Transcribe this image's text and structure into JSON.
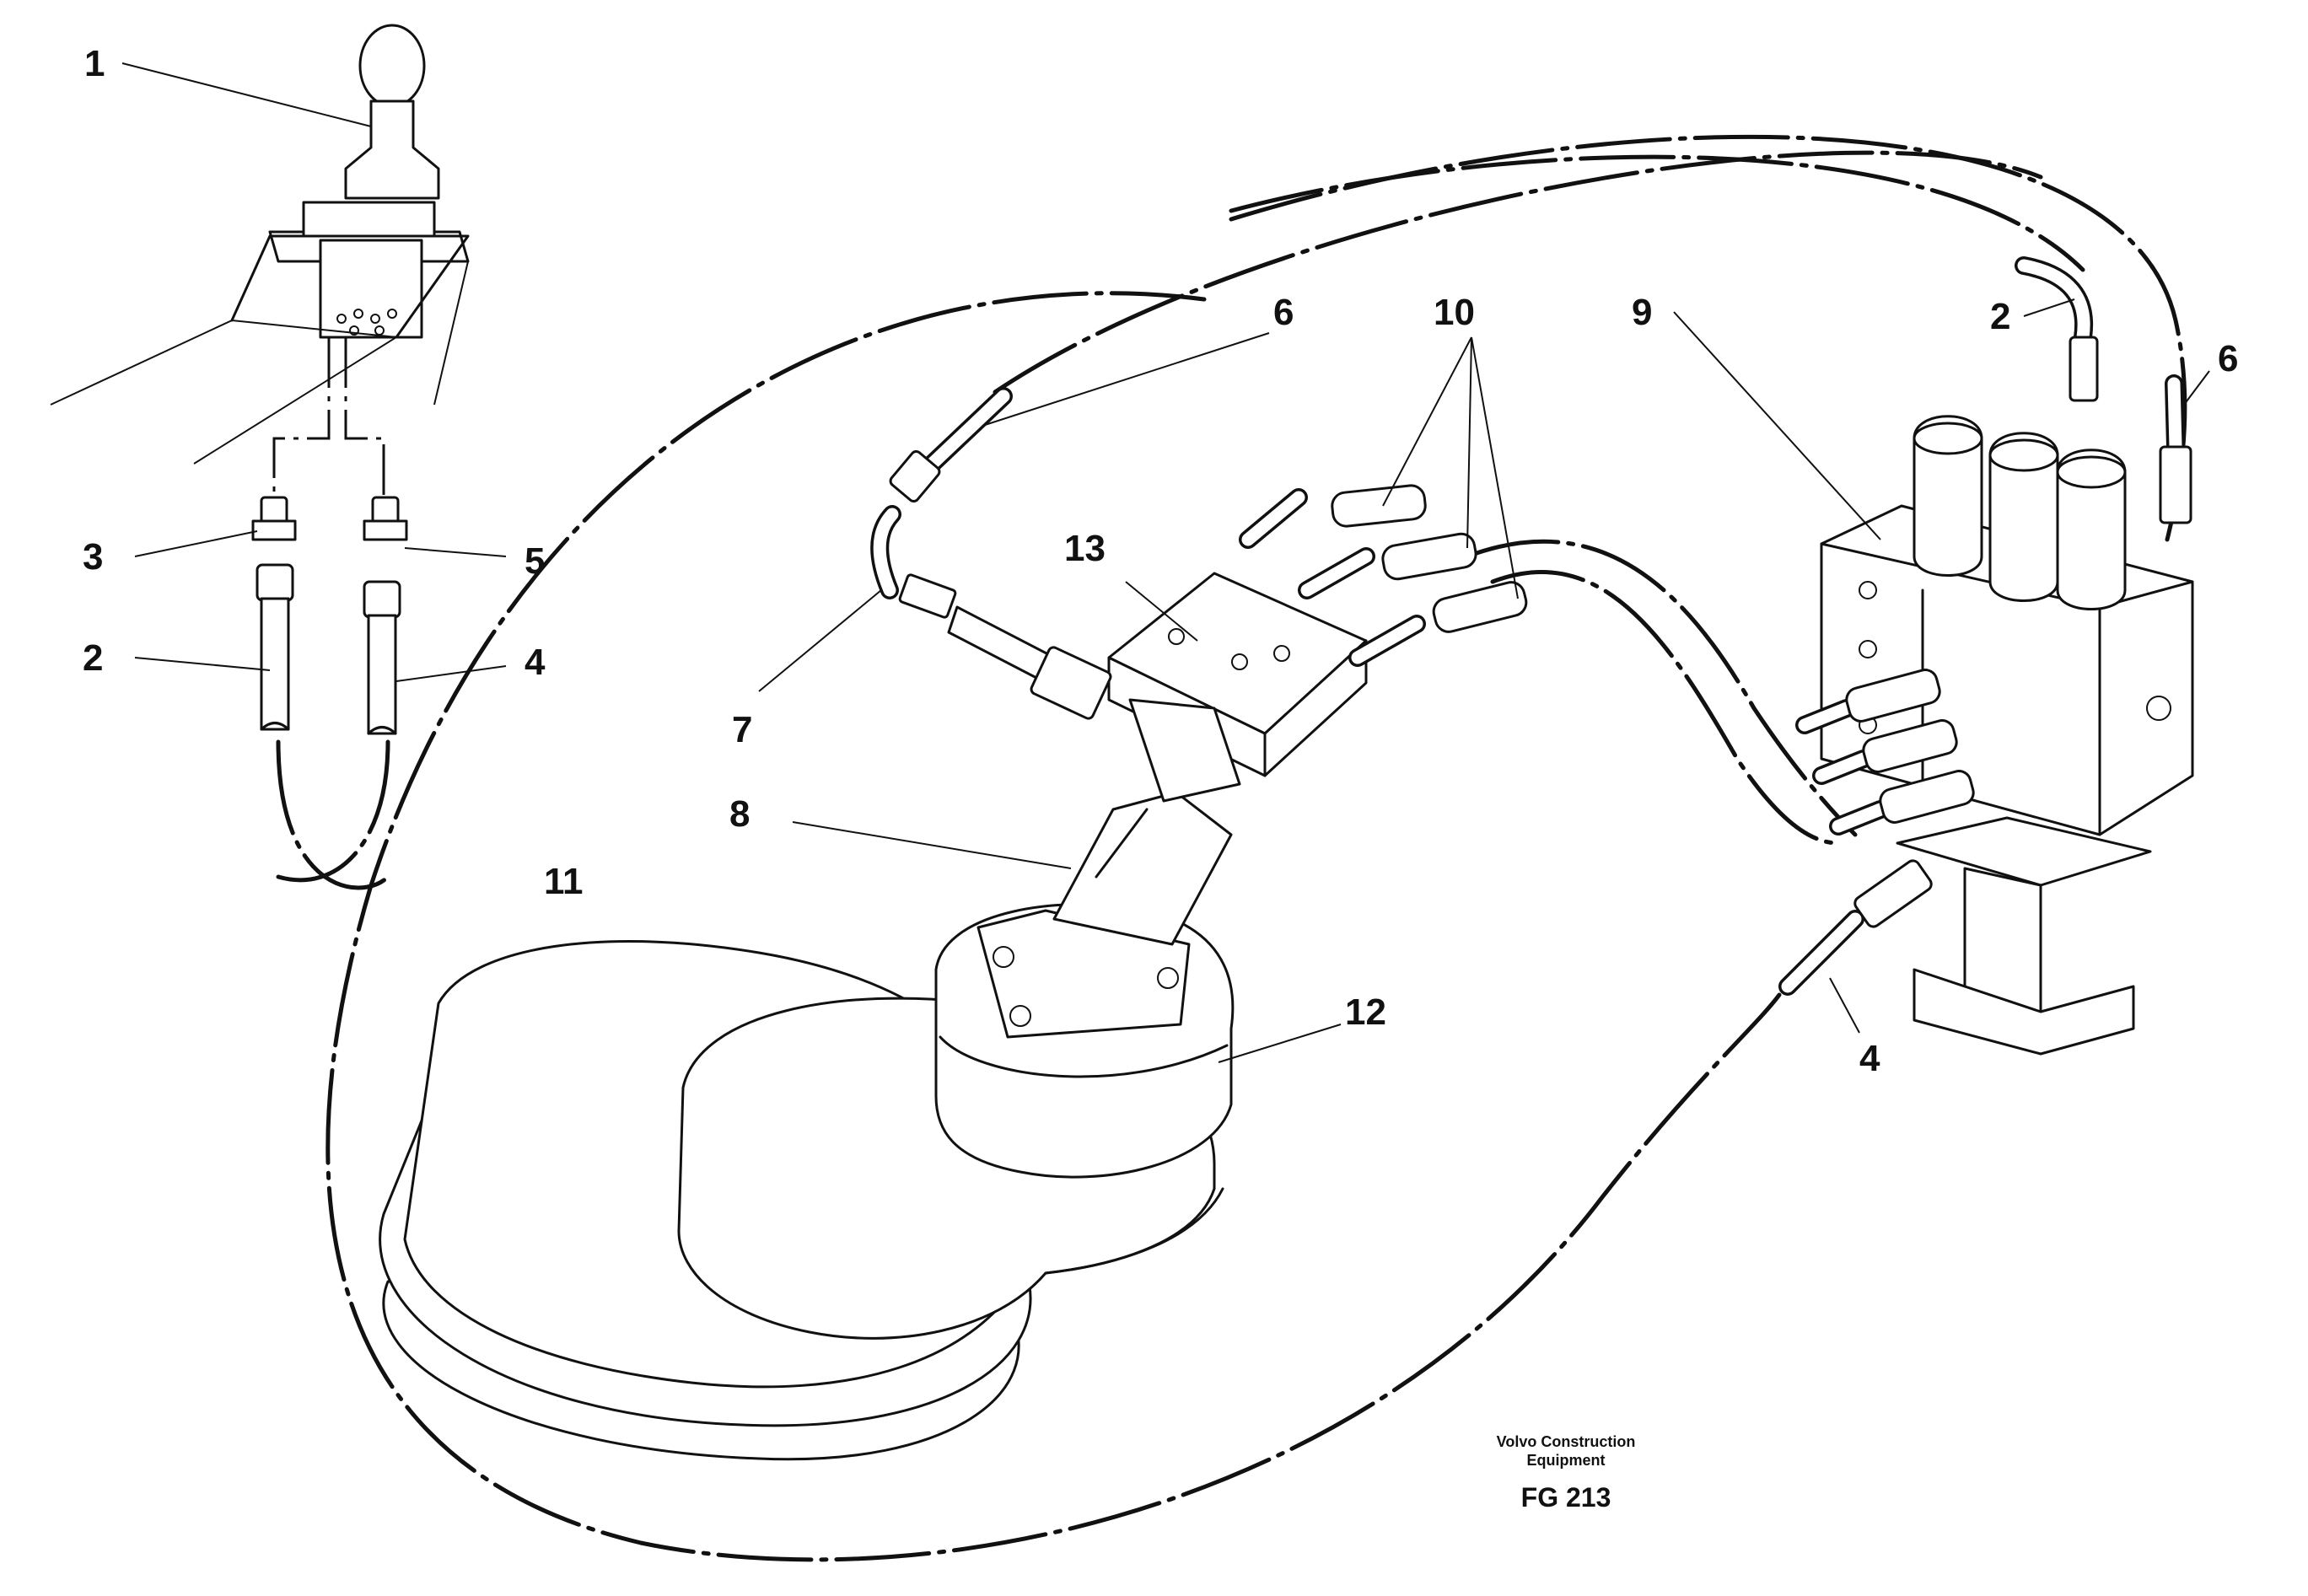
{
  "figure": {
    "company_line1": "Volvo Construction",
    "company_line2": "Equipment",
    "code": "FG 213"
  },
  "callouts": [
    {
      "id": "c1",
      "label": "1"
    },
    {
      "id": "c2a",
      "label": "2"
    },
    {
      "id": "c3",
      "label": "3"
    },
    {
      "id": "c5",
      "label": "5"
    },
    {
      "id": "c4a",
      "label": "4"
    },
    {
      "id": "c6a",
      "label": "6"
    },
    {
      "id": "c7",
      "label": "7"
    },
    {
      "id": "c8",
      "label": "8"
    },
    {
      "id": "c9",
      "label": "9"
    },
    {
      "id": "c10",
      "label": "10"
    },
    {
      "id": "c11",
      "label": "11"
    },
    {
      "id": "c12",
      "label": "12"
    },
    {
      "id": "c13",
      "label": "13"
    },
    {
      "id": "c2b",
      "label": "2"
    },
    {
      "id": "c6b",
      "label": "6"
    },
    {
      "id": "c4b",
      "label": "4"
    }
  ]
}
